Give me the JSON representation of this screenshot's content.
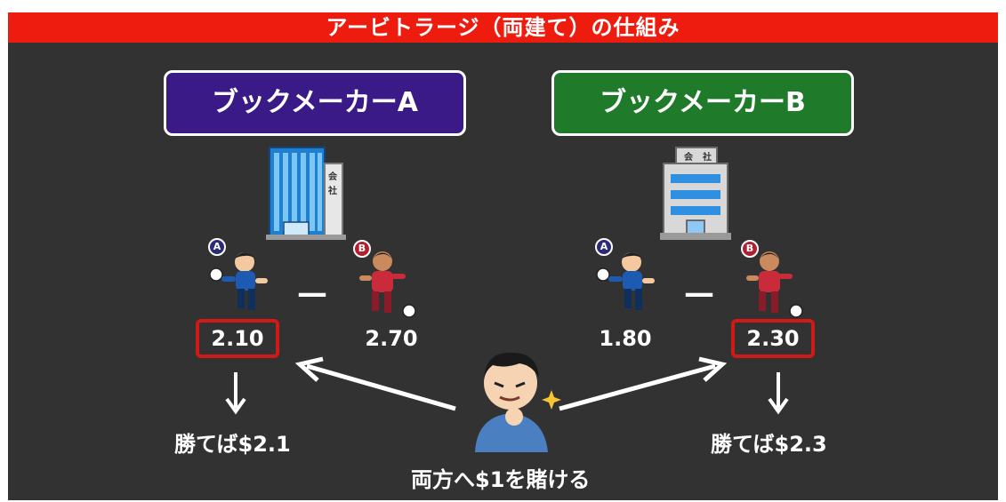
{
  "title": "アービトラージ（両建て）の仕組み",
  "bookmaker_a": {
    "label": "ブックメーカーA",
    "color": "#3a1a86",
    "team_a_badge": "A",
    "team_b_badge": "B",
    "odds_a": "2.10",
    "odds_b": "2.70",
    "highlighted": "odds_a",
    "payout": "勝てば$2.1"
  },
  "bookmaker_b": {
    "label": "ブックメーカーB",
    "color": "#1f7a2a",
    "team_a_badge": "A",
    "team_b_badge": "B",
    "odds_a": "1.80",
    "odds_b": "2.30",
    "highlighted": "odds_b",
    "payout": "勝てば$2.3"
  },
  "building_a_sign": [
    "会",
    "社"
  ],
  "building_b_sign": [
    "会",
    "社"
  ],
  "vs_separator": "—",
  "bettor_caption": "両方へ$1を賭ける",
  "colors": {
    "title_bar": "#ee1c0e",
    "background": "#323232",
    "highlight_border": "#d31818",
    "team_a": "#1d5bb3",
    "team_b": "#c92b3b"
  }
}
